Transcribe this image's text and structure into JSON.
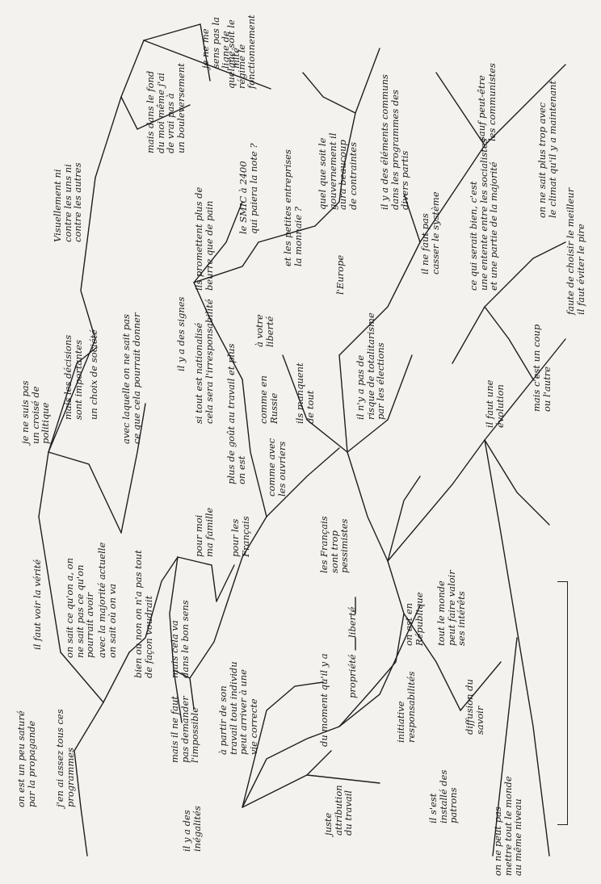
{
  "nodes": {
    "propagande": "on est un peu saturé\npar la propagande",
    "assez_tous": "j'en ai assez tous ces\nprogrammes",
    "verite": "il faut voir la vérité",
    "on_sait": "on sait ce qu'on a, on\nne sait pas ce qu'on\npourrait avoir",
    "pas_de_politique": "je ne suis pas\nun croisé de\npolitique",
    "decisions": "mais les décisions\nsont importantes",
    "choix": "un choix de société",
    "visuellement": "Visuellement ni\ncontre les uns ni\ncontre les autres",
    "fond": "mais dans le fond\ndu moi même j'ai\nde vrai pas à\nun bouleversement",
    "pas_ligne": "je ne me\nsens pas la\nligne de\nmité",
    "regime": "quelque soit le\nrégime le\nfonctionnement",
    "avec_laquelle": "avec laquelle on ne sait pas\nce que cela pourrait donner",
    "majorite": "avec la majorité actuelle\non sait où on va",
    "bien_ou_non": "bien ou non on n'a pas tout\nde façon voudrait",
    "inegalites": "il y a des\ninégalités",
    "impossible": "mais il ne faut\npas demander\nl'impossible",
    "ma_famille": "pour moi\nma famille",
    "les_francais_box": "pour les\nFrançais",
    "vie": "mais cela va\ndans le bon sens",
    "travail_individu": "à partir de son\ntravail tout individu\npeut arriver à une\nvie correcte",
    "du_moment": "du moment qu'il y a",
    "propriete": "propriété",
    "liberte": "liberté",
    "initiative": "initiative\nresponsabilités",
    "fruit": "juste\nattribution\ndu travail",
    "petits_patrons": "il s'est\ninstallé des\npatrons",
    "diffusion": "diffusion du\nsavoir",
    "meme_niveau": "on ne peut pas\nmettre tout le monde\nau même niveau",
    "republique": "on est en\nRépublique",
    "tout_le_monde": "tout le monde\npeut faire valoir\nses intérêts",
    "francais_pessimistes": "les Français\nsont trop\npessimistes",
    "ouvriers": "comme avec\nles ouvriers",
    "russie": "comme en\nRussie",
    "manquent": "ils manquent\nde tout",
    "gout_travail": "plus de goût au travail et plus\non est",
    "liberte2": "à votre\nliberté",
    "rationalite": "si tout est nationalisé\ncela sera l'irresponsabilité",
    "signes": "il y a des signes",
    "promettent": "ils promettent plus de\nbeurre que de pain",
    "smic": "le SMIC à 2400\nqui paiera la note ?",
    "petites": "et les petites entreprises\nla monnaie ?",
    "gouvernement": "quel que soit le\ngouvernement il\naura beaucoup\nde contraintes",
    "elements": "il y a des éléments communs\ndans les programmes des\ndivers partis",
    "europe": "l'Europe",
    "totalitarisme": "il n'y a pas de\nrisque de totalitarisme\npar les élections",
    "casser": "il ne faut pas\ncasser le système",
    "evolution": "il faut une\névolution",
    "coup": "mais c'est un coup\nou l'autre",
    "equilibre": "ce qui serait bien, c'est\nune entente entre les socialistes\net une partie de la majorité",
    "communistes": "sauf peut-être\nles communistes",
    "plus_mauvais": "on ne sait plus trop avec\nle climat qu'il y a maintenant",
    "choisir": "faute de choisir le meilleur\nil faut éviter le pire"
  }
}
